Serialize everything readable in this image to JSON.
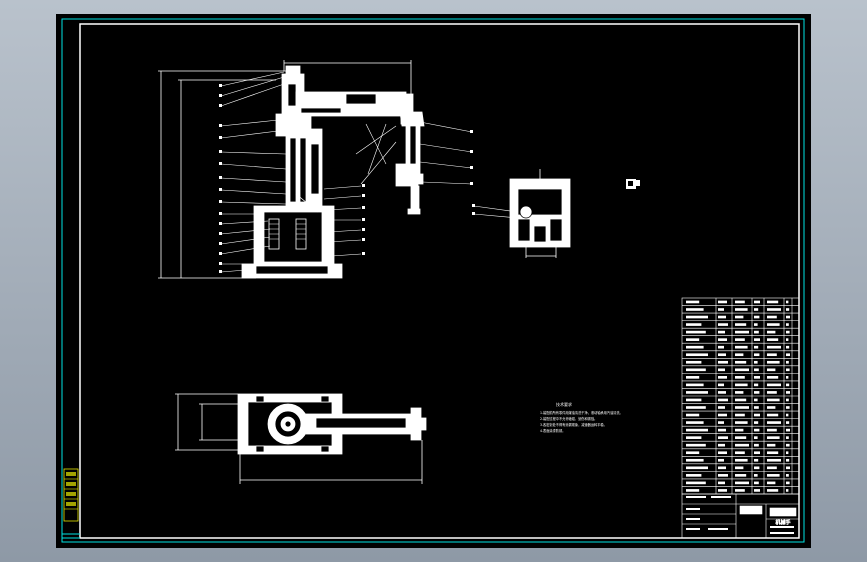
{
  "drawing": {
    "type": "mechanical-assembly-drawing",
    "subject": "robot arm assembly",
    "background_color": "#000000",
    "line_color": "#ffffff",
    "border_accent_color": "#00e5e5",
    "margin_stamp_color": "#e8e800",
    "views": [
      "front-view",
      "section-detail-view",
      "top-view",
      "small-detail"
    ],
    "technical_requirements_title": "技术要求",
    "technical_requirements_lines": [
      "1.装配前所有零件用煤油清洗干净，滚动轴承用汽油清洗。",
      "2.装配过程中不允许磕碰、划伤和锈蚀。",
      "3.各密封处不得有渗漏现象，减速器运转平稳。",
      "4.表面涂漆防锈。"
    ],
    "parts_list_rows": 26,
    "title_block_name": "机械手"
  }
}
